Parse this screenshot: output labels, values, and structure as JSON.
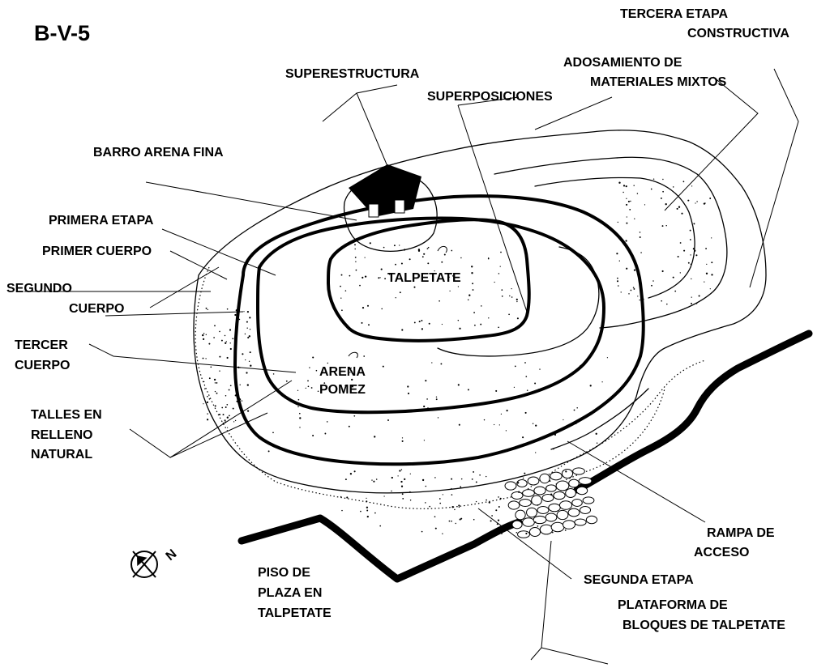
{
  "title": "B-V-5",
  "labels": {
    "tercera_etapa": [
      "TERCERA ETAPA",
      "CONSTRUCTIVA"
    ],
    "adosamiento": [
      "ADOSAMIENTO DE",
      "MATERIALES MIXTOS"
    ],
    "superestructura": "SUPERESTRUCTURA",
    "superposiciones": "SUPERPOSICIONES",
    "barro_arena_fina": "BARRO ARENA FINA",
    "primera_etapa": "PRIMERA ETAPA",
    "primer_cuerpo": "PRIMER CUERPO",
    "segundo_cuerpo": [
      "SEGUNDO",
      "CUERPO"
    ],
    "talpetate": "TALPETATE",
    "tercer_cuerpo": [
      "TERCER",
      "CUERPO"
    ],
    "arena_pomez": [
      "ARENA",
      "POMEZ"
    ],
    "talles": [
      "TALLES EN",
      "RELLENO",
      "NATURAL"
    ],
    "rampa": [
      "RAMPA DE",
      "ACCESO"
    ],
    "piso": [
      "PISO DE",
      "PLAZA EN",
      "TALPETATE"
    ],
    "segunda_etapa": "SEGUNDA ETAPA",
    "plataforma": [
      "PLATAFORMA DE",
      "BLOQUES DE TALPETATE"
    ],
    "north": "N"
  }
}
